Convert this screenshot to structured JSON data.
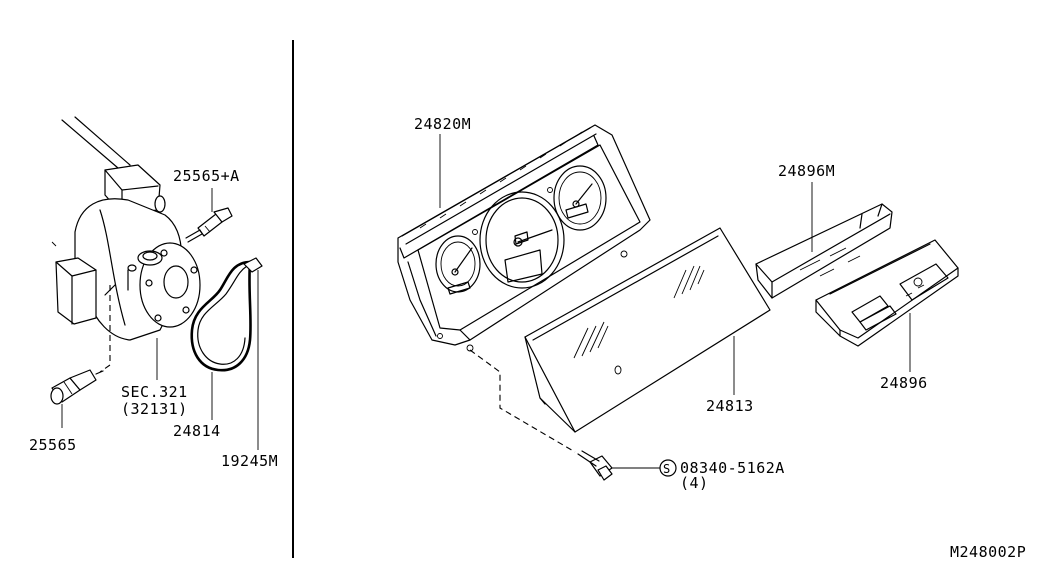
{
  "parts": {
    "p25565a": "25565+A",
    "sec321": "SEC.321",
    "sec321_sub": "(32131)",
    "p25565": "25565",
    "p24814": "24814",
    "p19245m": "19245M",
    "p24820m": "24820M",
    "p24896m": "24896M",
    "p24896": "24896",
    "p24813": "24813",
    "bolt": "08340-5162A",
    "bolt_qty": "(4)",
    "bolt_symbol": "S"
  },
  "diagram_code": "M248002P"
}
